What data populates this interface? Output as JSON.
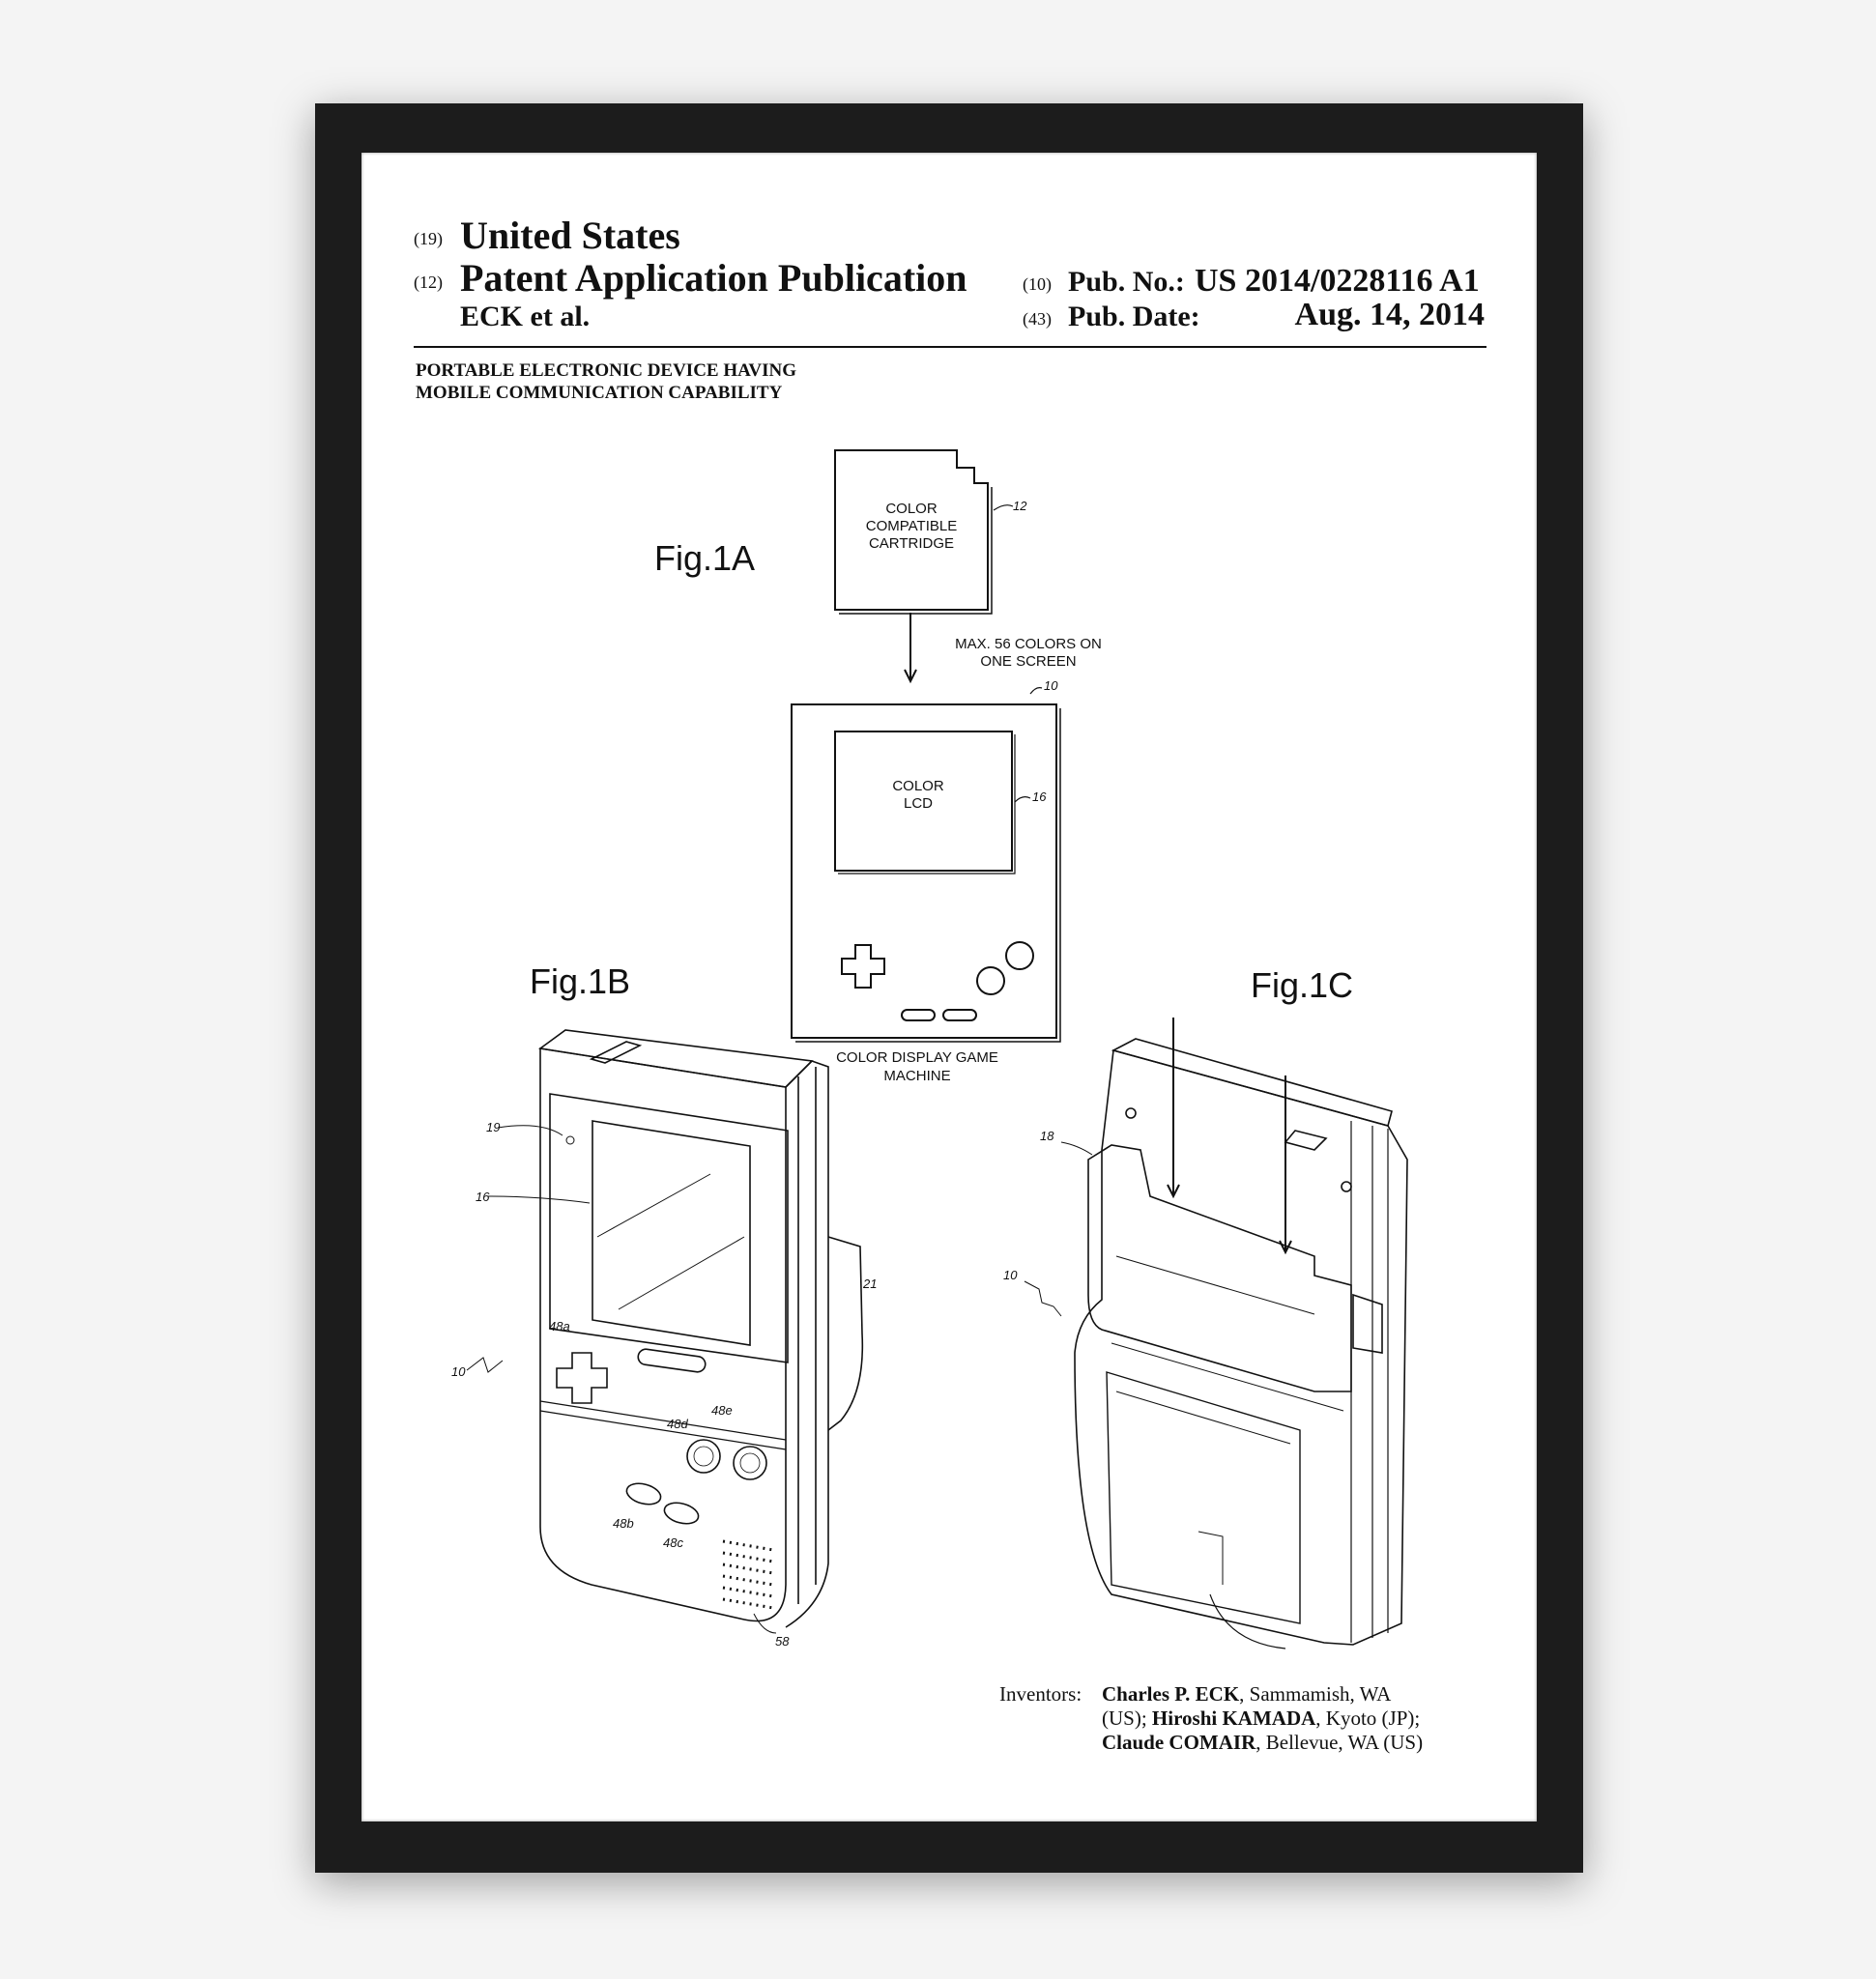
{
  "header": {
    "country_code": "(19)",
    "country": "United States",
    "type_code": "(12)",
    "type": "Patent Application Publication",
    "applicant": "ECK et al.",
    "pub_no_code": "(10)",
    "pub_no_label": "Pub. No.:",
    "pub_no": "US 2014/0228116 A1",
    "pub_date_code": "(43)",
    "pub_date_label": "Pub. Date:",
    "pub_date": "Aug. 14, 2014"
  },
  "title": {
    "line1": "PORTABLE ELECTRONIC DEVICE HAVING",
    "line2": "MOBILE COMMUNICATION CAPABILITY"
  },
  "fig1a": {
    "label": "Fig.1A",
    "cartridge": [
      "COLOR",
      "COMPATIBLE",
      "CARTRIDGE"
    ],
    "cartridge_ref": "12",
    "arrow_note": [
      "MAX. 56 COLORS ON",
      "ONE SCREEN"
    ],
    "device_ref": "10",
    "lcd": [
      "COLOR",
      "LCD"
    ],
    "lcd_ref": "16",
    "caption": [
      "COLOR DISPLAY GAME",
      "MACHINE"
    ]
  },
  "fig1b": {
    "label": "Fig.1B",
    "refs": {
      "r19": "19",
      "r16": "16",
      "r10": "10",
      "r48a": "48a",
      "r48d": "48d",
      "r48e": "48e",
      "r48b": "48b",
      "r48c": "48c",
      "r21": "21",
      "r58": "58"
    }
  },
  "fig1c": {
    "label": "Fig.1C",
    "refs": {
      "r18": "18",
      "r10": "10"
    }
  },
  "inventors": {
    "label": "Inventors:",
    "n1": "Charles P. ECK",
    "l1": ", Sammamish, WA",
    "l2a": "(US); ",
    "n2": "Hiroshi KAMADA",
    "l2b": ", Kyoto (JP);",
    "n3": "Claude COMAIR",
    "l3": ", Bellevue, WA (US)"
  }
}
